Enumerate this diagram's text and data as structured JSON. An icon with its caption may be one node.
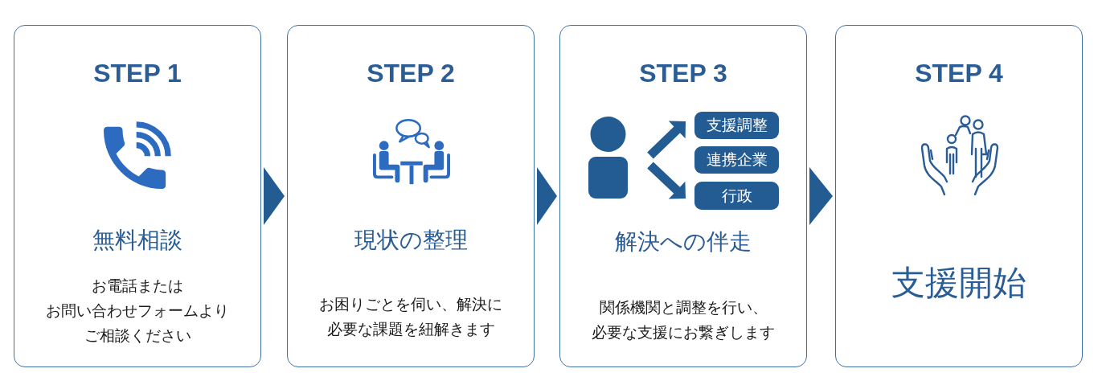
{
  "diagram": {
    "nodes": [
      {
        "text": [
          "STEP 1",
          "無料相談",
          "お電話またはお問い合わせフォームよりご相談ください"
        ]
      },
      {
        "text": [
          "STEP 2",
          "現状の整理",
          "お困りごとを伺い、解決に必要な課題を紐解きます"
        ]
      },
      {
        "text": [
          "STEP 3",
          "解決への伴走",
          "関係機関と調整を行い、必要な支援にお繋ぎします"
        ]
      },
      {
        "text": [],
        "shape": "person",
        "in": 2
      },
      {
        "text": [
          "支援調整"
        ],
        "in": 2
      },
      {
        "text": [
          "連携企業"
        ],
        "in": 2
      },
      {
        "text": [
          "行政"
        ],
        "in": 2
      },
      {
        "text": [
          "STEP 4",
          "支援開始"
        ]
      }
    ],
    "edges": [
      {
        "from": 0,
        "to": 1,
        "arrow": "to"
      },
      {
        "from": 1,
        "to": 2,
        "arrow": "to"
      },
      {
        "from": 2,
        "to": 7,
        "arrow": "to"
      },
      {
        "from": 3,
        "to": 4,
        "arrow": "to",
        "style": "thick"
      },
      {
        "from": 3,
        "to": 6,
        "arrow": "to",
        "style": "thick"
      }
    ]
  }
}
